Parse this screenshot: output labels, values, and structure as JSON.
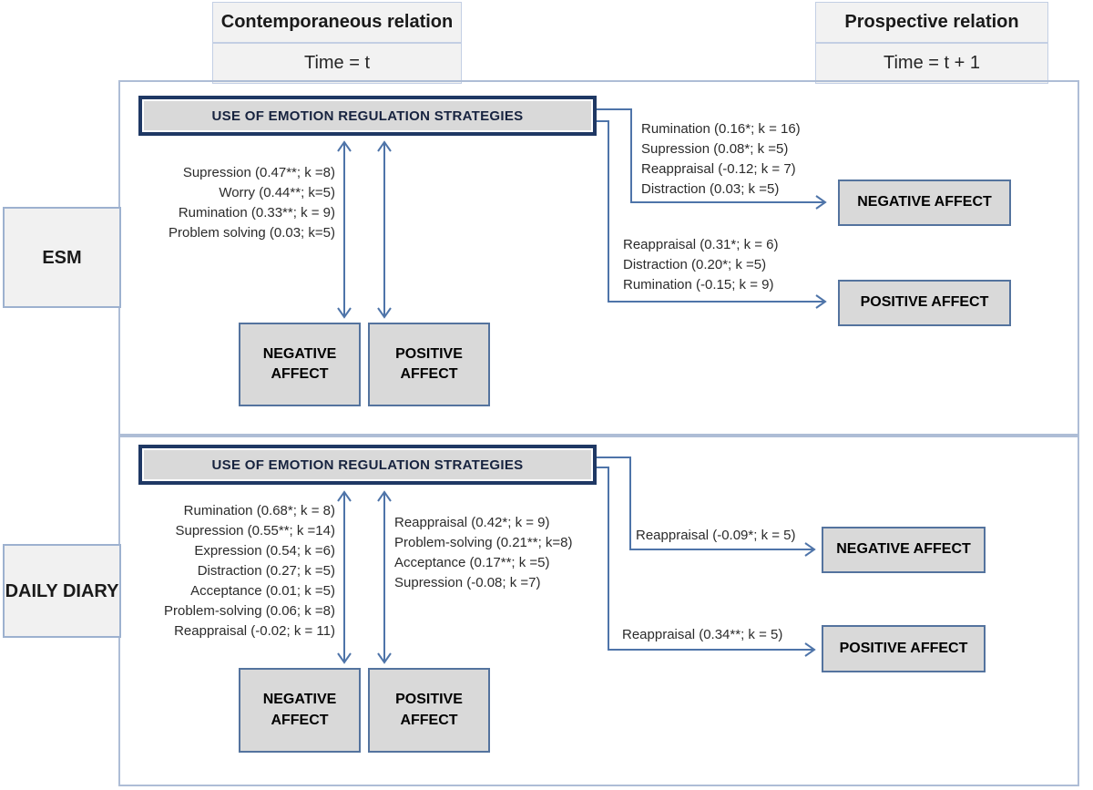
{
  "figure": {
    "columns": {
      "contemporaneous": {
        "title": "Contemporaneous relation",
        "time": "Time = t"
      },
      "prospective": {
        "title": "Prospective relation",
        "time": "Time = t + 1"
      }
    },
    "rows": {
      "esm": "ESM",
      "daily_diary": "DAILY DIARY"
    }
  },
  "esm": {
    "strategies": "USE OF EMOTION REGULATION STRATEGIES",
    "negative_affect": "NEGATIVE AFFECT",
    "positive_affect": "POSITIVE AFFECT",
    "contemporaneous_effects": [
      "Supression (0.47**; k =8)",
      "Worry (0.44**; k=5)",
      "Rumination (0.33**; k = 9)",
      "Problem solving (0.03; k=5)"
    ],
    "prospective_negative_effects": [
      "Rumination (0.16*; k = 16)",
      "Supression (0.08*; k =5)",
      "Reappraisal (-0.12; k = 7)",
      "Distraction (0.03; k =5)"
    ],
    "prospective_positive_effects": [
      "Reappraisal (0.31*; k = 6)",
      "Distraction (0.20*; k =5)",
      "Rumination (-0.15; k = 9)"
    ],
    "prospective_negative_affect": "NEGATIVE AFFECT",
    "prospective_positive_affect": "POSITIVE AFFECT"
  },
  "daily_diary": {
    "strategies": "USE OF EMOTION REGULATION STRATEGIES",
    "negative_affect": "NEGATIVE AFFECT",
    "positive_affect": "POSITIVE AFFECT",
    "contemporaneous_negative_effects": [
      "Rumination (0.68*; k = 8)",
      "Supression (0.55**; k =14)",
      "Expression (0.54; k =6)",
      "Distraction (0.27; k =5)",
      "Acceptance (0.01; k =5)",
      "Problem-solving (0.06; k =8)",
      "Reappraisal (-0.02; k = 11)"
    ],
    "contemporaneous_positive_effects": [
      "Reappraisal (0.42*; k = 9)",
      "Problem-solving (0.21**; k=8)",
      "Acceptance (0.17**; k =5)",
      "Supression (-0.08; k =7)"
    ],
    "prospective_negative_effect": "Reappraisal (-0.09*; k = 5)",
    "prospective_positive_effect": "Reappraisal (0.34**; k = 5)",
    "prospective_negative_affect": "NEGATIVE AFFECT",
    "prospective_positive_affect": "POSITIVE AFFECT"
  },
  "colors": {
    "accent_navy": "#1f3864",
    "box_fill": "#d9d9d9",
    "box_border": "#54739e",
    "arrow": "#4e74a9",
    "panel_border": "#aebdd6",
    "header_fill": "#f2f2f2"
  }
}
